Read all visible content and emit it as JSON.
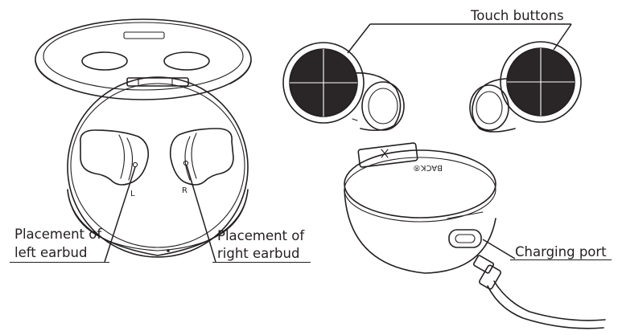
{
  "labels": {
    "touch_buttons": "Touch buttons",
    "left_placement_line1": "Placement of",
    "left_placement_line2": "left earbud",
    "right_placement_line1": "Placement of",
    "right_placement_line2": "right earbud",
    "charging_port": "Charging port"
  },
  "case_marks": {
    "left": "L",
    "right": "R",
    "brand": "BACK®"
  },
  "colors": {
    "line": "#231f20",
    "touch_pad": "#2a2627",
    "background": "#ffffff"
  }
}
